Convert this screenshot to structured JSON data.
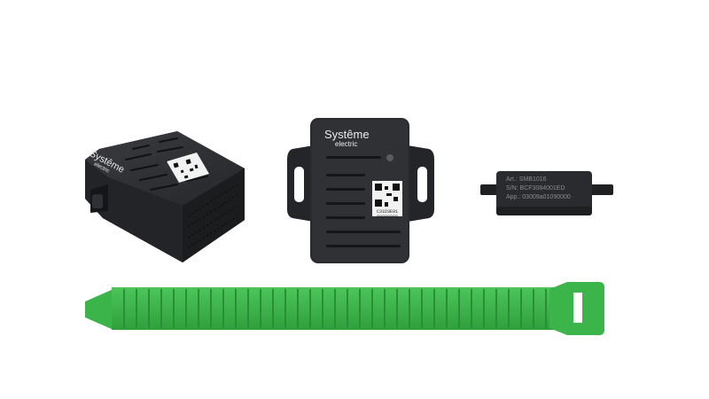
{
  "brand": {
    "name_line1": "Systême",
    "name_line2": "electric"
  },
  "devices": {
    "sensor_angled": {
      "brand_line1": "Systême",
      "brand_line2": "electric",
      "icon": "qr-code-icon"
    },
    "sensor_front": {
      "brand_line1": "Systême",
      "brand_line2": "electric",
      "label_line1": "C31D3E91",
      "label_line2": "00000000",
      "icon": "qr-code-icon"
    },
    "tag": {
      "line1": "Art.: SMB1016",
      "line2": "S/N: BCF3084001ED",
      "line3": "App.: 03009a01090000"
    },
    "strap": {
      "color": "#3bb54a"
    }
  },
  "colors": {
    "device_body": "#2b2c2e",
    "device_shadow": "#1c1d1f",
    "label_bg": "#f2f2f2"
  }
}
